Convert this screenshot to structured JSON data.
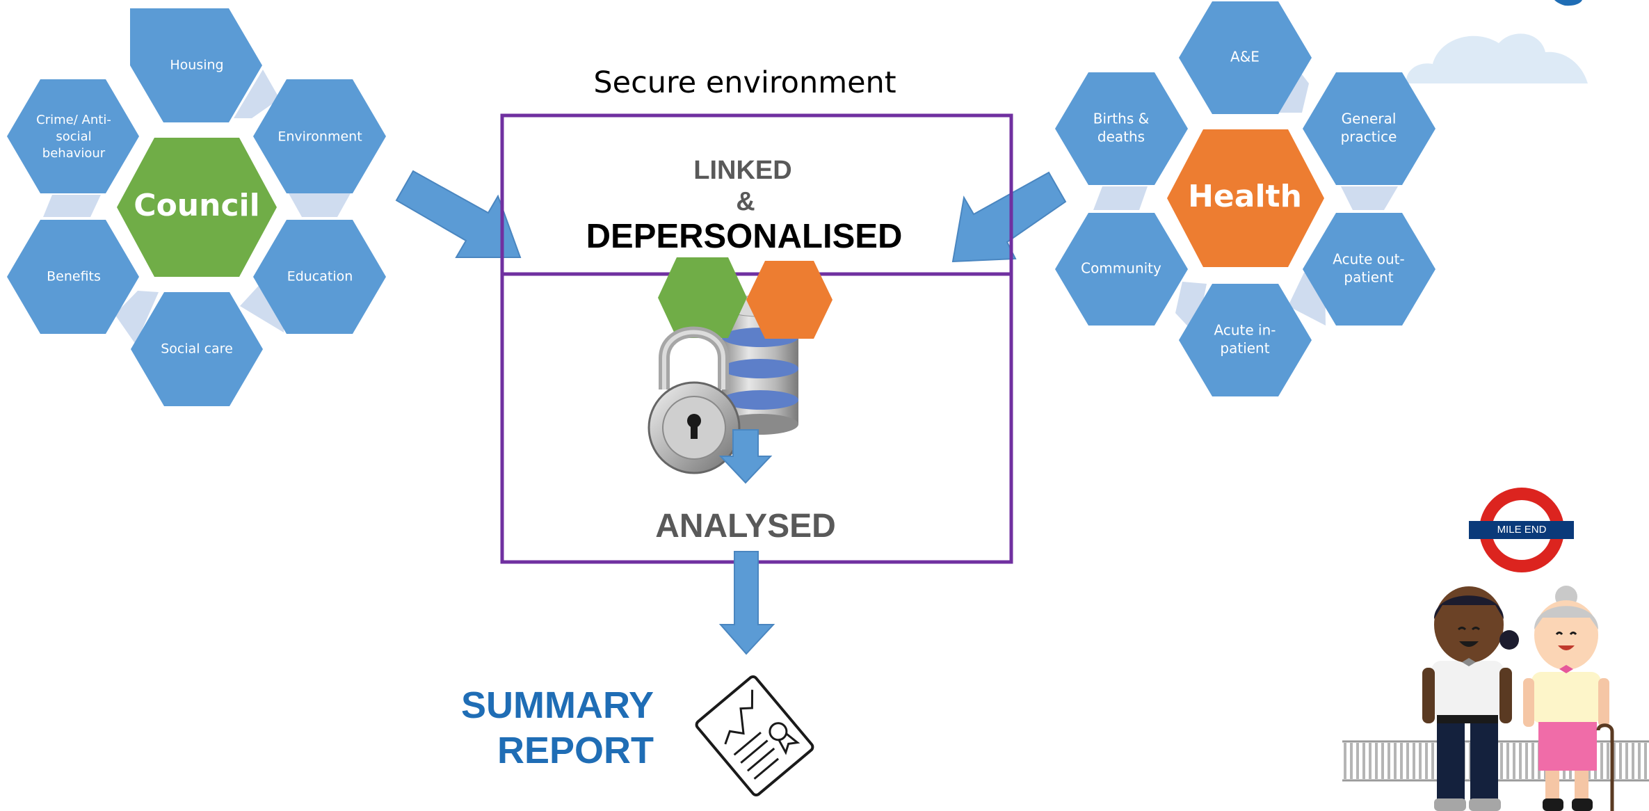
{
  "colors": {
    "hex_blue": "#5b9bd5",
    "council_green": "#70ad47",
    "health_orange": "#ed7d31",
    "connector": "#cfdcef",
    "box_border": "#7030a0",
    "report_blue": "#1f6db5"
  },
  "council": {
    "hub_label": "Council",
    "satellites": [
      "Housing",
      "Environment",
      "Education",
      "Social care",
      "Benefits",
      "Crime/ Anti-social behaviour"
    ]
  },
  "health": {
    "hub_label": "Health",
    "satellites": [
      "A&E",
      "General practice",
      "Acute out-patient",
      "Acute in-patient",
      "Community",
      "Births & deaths"
    ]
  },
  "secure": {
    "title": "Secure environment",
    "linked": "LINKED",
    "ampersand": "&",
    "depersonalised": "DEPERSONALISED",
    "analysed": "ANALYSED"
  },
  "report": {
    "line1": "SUMMARY",
    "line2": "REPORT"
  },
  "station": {
    "name": "MILE END"
  },
  "icons": [
    "lock-icon",
    "database-icon",
    "report-document-icon",
    "underground-roundel-icon",
    "cloud-icon"
  ]
}
